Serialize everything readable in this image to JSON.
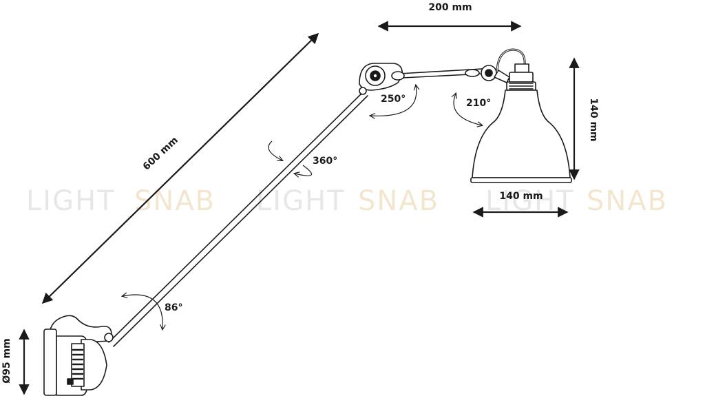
{
  "watermark": {
    "part1": "LIGHT",
    "part2": "SNAB",
    "part1_color": "#e7e7e7",
    "part2_color": "#f3e6cf"
  },
  "dimensions": {
    "arm_length": "600 mm",
    "shade_offset": "200 mm",
    "shade_height": "140 mm",
    "shade_diameter": "140 mm",
    "base_diameter": "Ø95 mm"
  },
  "angles": {
    "base_joint": "86°",
    "arm_rotation": "360°",
    "elbow_joint": "250°",
    "shade_joint": "210°"
  },
  "colors": {
    "line": "#1a1a1a",
    "fill": "#ffffff"
  }
}
